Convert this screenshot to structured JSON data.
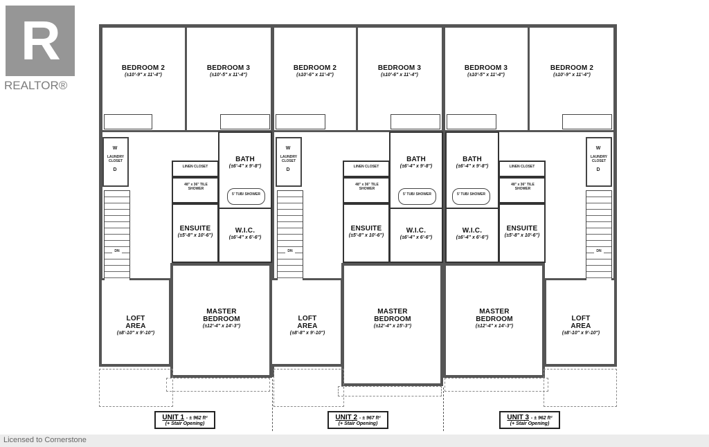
{
  "watermark": {
    "logo_text": "REALTOR®"
  },
  "footer": {
    "license": "Licensed to Cornerstone"
  },
  "units": [
    {
      "label": "UNIT 1",
      "area": "- ± 962 ft²",
      "note": "(+ Stair Opening)",
      "rooms": {
        "bedroom_a": {
          "name": "BEDROOM 2",
          "dims": "(±10'-9\" x 11'-4\")"
        },
        "bedroom_b": {
          "name": "BEDROOM 3",
          "dims": "(±10'-5\" x 11'-4\")"
        },
        "bath": {
          "name": "BATH",
          "dims": "(±6'-4\" x 9'-8\")"
        },
        "ensuite": {
          "name": "ENSUITE",
          "dims": "(±5'-8\" x 10'-6\")"
        },
        "wic": {
          "name": "W.I.C.",
          "dims": "(±6'-4\" x 6'-6\")"
        },
        "loft": {
          "name": "LOFT",
          "name2": "AREA",
          "dims": "(±8'-10\" x 9'-10\")"
        },
        "master": {
          "name": "MASTER",
          "name2": "BEDROOM",
          "dims": "(±12'-4\" x 14'-3\")"
        }
      }
    },
    {
      "label": "UNIT 2",
      "area": "- ± 967 ft²",
      "note": "(+ Stair Opening)",
      "rooms": {
        "bedroom_a": {
          "name": "BEDROOM 2",
          "dims": "(±10'-6\" x 11'-4\")"
        },
        "bedroom_b": {
          "name": "BEDROOM 3",
          "dims": "(±10'-6\" x 11'-4\")"
        },
        "bath": {
          "name": "BATH",
          "dims": "(±6'-4\" x 9'-8\")"
        },
        "ensuite": {
          "name": "ENSUITE",
          "dims": "(±5'-8\" x 10'-6\")"
        },
        "wic": {
          "name": "W.I.C.",
          "dims": "(±6'-4\" x 6'-6\")"
        },
        "loft": {
          "name": "LOFT",
          "name2": "AREA",
          "dims": "(±8'-8\" x 9'-10\")"
        },
        "master": {
          "name": "MASTER",
          "name2": "BEDROOM",
          "dims": "(±12'-4\" x 15'-3\")"
        }
      }
    },
    {
      "label": "UNIT 3",
      "area": "- ± 962 ft²",
      "note": "(+ Stair Opening)",
      "rooms": {
        "bedroom_a": {
          "name": "BEDROOM 3",
          "dims": "(±10'-5\" x 11'-4\")"
        },
        "bedroom_b": {
          "name": "BEDROOM 2",
          "dims": "(±10'-9\" x 11'-4\")"
        },
        "bath": {
          "name": "BATH",
          "dims": "(±6'-4\" x 9'-8\")"
        },
        "ensuite": {
          "name": "ENSUITE",
          "dims": "(±5'-8\" x 10'-6\")"
        },
        "wic": {
          "name": "W.I.C.",
          "dims": "(±6'-4\" x 6'-6\")"
        },
        "loft": {
          "name": "LOFT",
          "name2": "AREA",
          "dims": "(±8'-10\" x 9'-10\")"
        },
        "master": {
          "name": "MASTER",
          "name2": "BEDROOM",
          "dims": "(±12'-4\" x 14'-3\")"
        }
      }
    }
  ],
  "fixtures": {
    "laundry": "LAUNDRY CLOSET",
    "washer": "W",
    "dryer": "D",
    "linen": "LINEN CLOSET",
    "shower": "48\" x 36\" TILE SHOWER",
    "tub": "5' TUB/ SHOWER",
    "stair_dn": "DN"
  }
}
